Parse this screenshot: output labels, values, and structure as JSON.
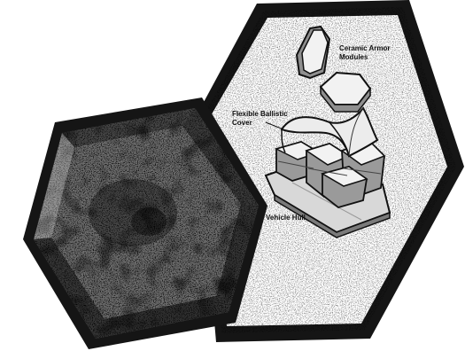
{
  "figure": {
    "labels": {
      "ceramic_armor_modules_line1": "Ceramic Armor",
      "ceramic_armor_modules_line2": "Modules",
      "flexible_ballistic_cover_line1": "Flexible Ballistic",
      "flexible_ballistic_cover_line2": "Cover",
      "vehicle_hull": "Vehicle Hull"
    },
    "colors": {
      "frame": "#151515",
      "background": "#ffffff",
      "armor_face": "#f2f2f2",
      "armor_side": "#9a9a9a",
      "hull": "#d8d8d8",
      "tile_texture_dark": "#1e1e1e",
      "tile_texture_light": "#bdbdbd"
    }
  }
}
